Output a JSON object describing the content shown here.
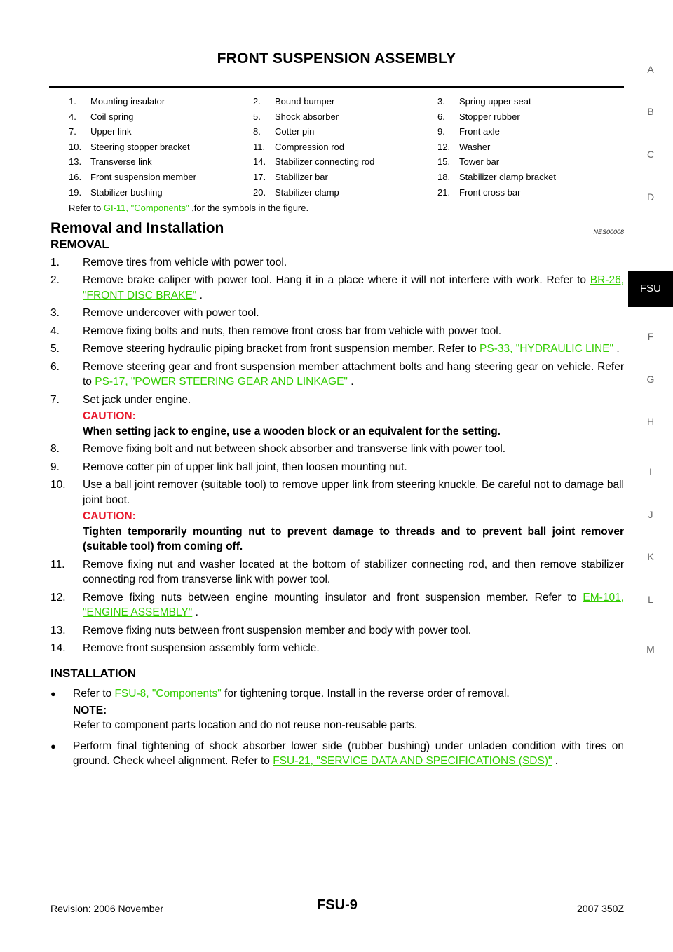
{
  "header": {
    "title": "FRONT SUSPENSION ASSEMBLY"
  },
  "side_index": {
    "letters": [
      "A",
      "B",
      "C",
      "D",
      "F",
      "G",
      "H",
      "I",
      "J",
      "K",
      "L",
      "M"
    ],
    "active_tab": "FSU"
  },
  "components": {
    "rows": [
      [
        {
          "num": "1.",
          "label": "Mounting insulator"
        },
        {
          "num": "2.",
          "label": "Bound bumper"
        },
        {
          "num": "3.",
          "label": "Spring upper seat"
        }
      ],
      [
        {
          "num": "4.",
          "label": "Coil spring"
        },
        {
          "num": "5.",
          "label": "Shock absorber"
        },
        {
          "num": "6.",
          "label": "Stopper rubber"
        }
      ],
      [
        {
          "num": "7.",
          "label": "Upper link"
        },
        {
          "num": "8.",
          "label": "Cotter pin"
        },
        {
          "num": "9.",
          "label": "Front axle"
        }
      ],
      [
        {
          "num": "10.",
          "label": "Steering stopper bracket"
        },
        {
          "num": "11.",
          "label": "Compression rod"
        },
        {
          "num": "12.",
          "label": "Washer"
        }
      ],
      [
        {
          "num": "13.",
          "label": "Transverse link"
        },
        {
          "num": "14.",
          "label": "Stabilizer connecting rod"
        },
        {
          "num": "15.",
          "label": "Tower bar"
        }
      ],
      [
        {
          "num": "16.",
          "label": "Front suspension member"
        },
        {
          "num": "17.",
          "label": "Stabilizer bar"
        },
        {
          "num": "18.",
          "label": "Stabilizer clamp bracket"
        }
      ],
      [
        {
          "num": "19.",
          "label": "Stabilizer bushing"
        },
        {
          "num": "20.",
          "label": "Stabilizer clamp"
        },
        {
          "num": "21.",
          "label": "Front cross bar"
        }
      ]
    ],
    "ref_prefix": "Refer to ",
    "ref_link": "GI-11, \"Components\"",
    "ref_suffix": " ,for the symbols in the figure."
  },
  "section": {
    "title": "Removal and Installation",
    "code": "NES00008"
  },
  "removal": {
    "heading": "REMOVAL",
    "s1": "Remove tires from vehicle with power tool.",
    "s2_text": "Remove brake caliper with power tool. Hang it in a place where it will not interfere with work. Refer to ",
    "s2_link": "BR-26, \"FRONT DISC BRAKE\"",
    "s3": "Remove undercover with power tool.",
    "s4": "Remove fixing bolts and nuts, then remove front cross bar from vehicle with power tool.",
    "s5_text": "Remove steering hydraulic piping bracket from front suspension member. Refer to ",
    "s5_link": "PS-33, \"HYDRAULIC LINE\"",
    "s6_text": "Remove steering gear and front suspension member attachment bolts and hang steering gear on vehicle. Refer to ",
    "s6_link": "PS-17, \"POWER STEERING GEAR AND LINKAGE\"",
    "s7": "Set jack under engine.",
    "caution_label": "CAUTION:",
    "caution1": "When setting jack to engine, use a wooden block or an equivalent for the setting.",
    "s8": "Remove fixing bolt and nut between shock absorber and transverse link with power tool.",
    "s9": "Remove cotter pin of upper link ball joint, then loosen mounting nut.",
    "s10": "Use a ball joint remover (suitable tool) to remove upper link from steering knuckle. Be careful not to damage ball joint boot.",
    "caution2": "Tighten temporarily mounting nut to prevent damage to threads and to prevent ball joint remover (suitable tool) from coming off.",
    "s11": "Remove fixing nut and washer located at the bottom of stabilizer connecting rod, and then remove stabilizer connecting rod from transverse link with power tool.",
    "s12_text": "Remove fixing nuts between engine mounting insulator and front suspension member. Refer to ",
    "s12_link": "EM-101, \"ENGINE ASSEMBLY\"",
    "s13": "Remove fixing nuts between front suspension member and body with power tool.",
    "s14": "Remove front suspension assembly form vehicle.",
    "period": " ."
  },
  "installation": {
    "heading": "INSTALLATION",
    "b1_prefix": "Refer to ",
    "b1_link": "FSU-8, \"Components\"",
    "b1_suffix": "  for tightening torque. Install in the reverse order of removal.",
    "note_label": "NOTE:",
    "note_text": "Refer to component parts location and do not reuse non-reusable parts.",
    "b2_text": "Perform final tightening of shock absorber lower side (rubber bushing) under unladen condition with tires on ground. Check wheel alignment. Refer to ",
    "b2_link": "FSU-21, \"SERVICE DATA AND SPECIFICATIONS (SDS)\"",
    "period": " ."
  },
  "footer": {
    "revision": "Revision: 2006 November",
    "page": "FSU-9",
    "model": "2007 350Z"
  },
  "step_numbers": [
    "1.",
    "2.",
    "3.",
    "4.",
    "5.",
    "6.",
    "7.",
    "8.",
    "9.",
    "10.",
    "11.",
    "12.",
    "13.",
    "14."
  ],
  "bullet_glyph": "●"
}
